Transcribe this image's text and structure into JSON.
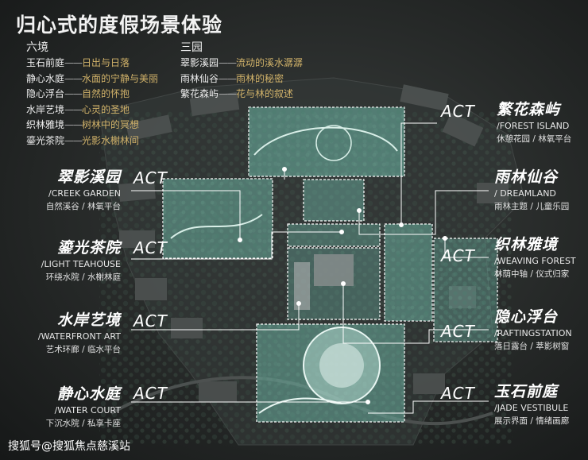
{
  "title": "归心式的度假场景体验",
  "six": {
    "heading": "六境",
    "items": [
      {
        "name": "玉石前庭",
        "desc": "日出与日落"
      },
      {
        "name": "静心水庭",
        "desc": "水面的宁静与美丽"
      },
      {
        "name": "隐心浮台",
        "desc": "自然的怀抱"
      },
      {
        "name": "水岸艺境",
        "desc": "心灵的圣地"
      },
      {
        "name": "织林雅境",
        "desc": "树林中的冥想"
      },
      {
        "name": "鎏光茶院",
        "desc": "光影水榭林间"
      }
    ]
  },
  "three": {
    "heading": "三园",
    "items": [
      {
        "name": "翠影溪园",
        "desc": "流动的溪水潺潺"
      },
      {
        "name": "雨林仙谷",
        "desc": "雨林的秘密"
      },
      {
        "name": "繁花森屿",
        "desc": "花与林的叙述"
      }
    ]
  },
  "dash": "——",
  "act_text": "ACT",
  "zones": {
    "forest_island": {
      "cn": "繁花森屿",
      "en": "/FOREST ISLAND",
      "sub": "休憩花园 / 林氧平台"
    },
    "creek_garden": {
      "cn": "翠影溪园",
      "en": "/CREEK GARDEN",
      "sub": "自然溪谷 / 林氧平台"
    },
    "dreamland": {
      "cn": "雨林仙谷",
      "en": "/ DREAMLAND",
      "sub": "雨林主题 / 儿童乐园"
    },
    "light_teahouse": {
      "cn": "鎏光茶院",
      "en": "/LIGHT TEAHOUSE",
      "sub": "环绕水院 / 水榭林庭"
    },
    "weaving_forest": {
      "cn": "织林雅境",
      "en": "/WEAVING FOREST",
      "sub": "林荫中轴 / 仪式归家"
    },
    "waterfront_art": {
      "cn": "水岸艺境",
      "en": "/WATERFRONT ART",
      "sub": "艺术环廊 / 临水平台"
    },
    "rafting_station": {
      "cn": "隐心浮台",
      "en": "/RAFTINGSTATION",
      "sub": "落日露台 / 萃影树窗"
    },
    "water_court": {
      "cn": "静心水庭",
      "en": "/WATER COURT",
      "sub": "下沉水院 / 私享卡座"
    },
    "jade_vestibule": {
      "cn": "玉石前庭",
      "en": "/JADE VESTIBULE",
      "sub": "展示界面 / 情绪画廊"
    }
  },
  "watermark": "搜狐号@搜狐焦点慈溪站",
  "colors": {
    "accent_gold": "#d2b36a",
    "zone_fill": "#6fb8a8",
    "zone_outline": "#ffffff"
  }
}
